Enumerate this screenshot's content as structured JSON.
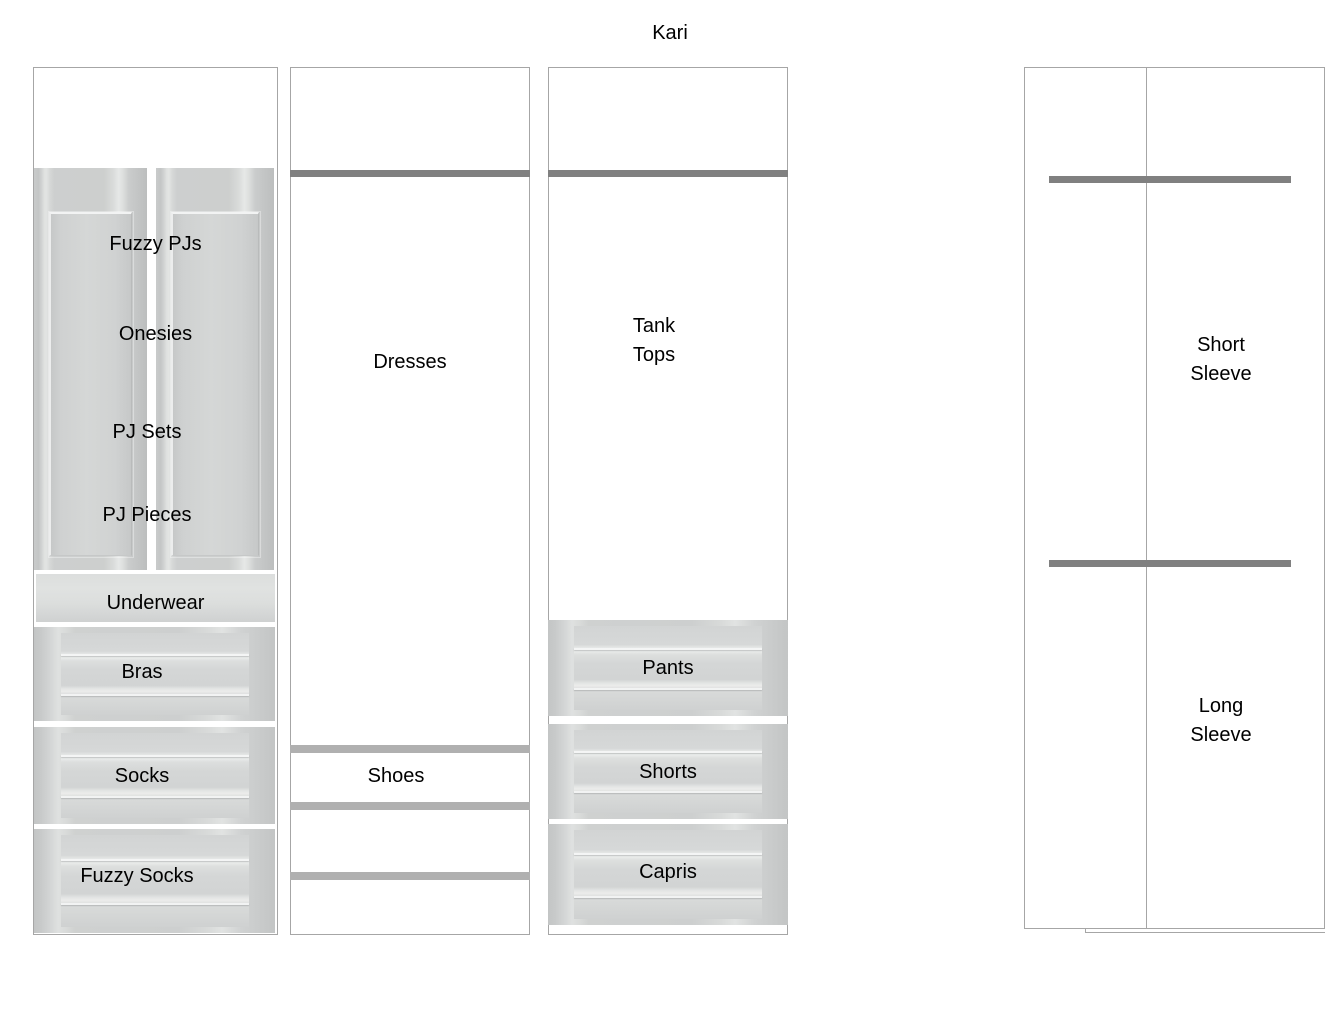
{
  "page": {
    "title": "Kari",
    "background_color": "#ffffff",
    "rod_color": "#808080",
    "shelf_color": "#b0b0b0",
    "outline_color": "#a6a6a6",
    "text_color": "#000000"
  },
  "units": [
    {
      "id": "pajama-underwear-tower",
      "sections": [
        {
          "id": "top-void",
          "label": ""
        },
        {
          "id": "door-left",
          "label": ""
        },
        {
          "id": "door-right",
          "label": ""
        },
        {
          "id": "fuzzy-pjs",
          "label": "Fuzzy PJs"
        },
        {
          "id": "onesies",
          "label": "Onesies"
        },
        {
          "id": "pj-sets",
          "label": "PJ Sets"
        },
        {
          "id": "pj-pieces",
          "label": "PJ Pieces"
        },
        {
          "id": "underwear",
          "label": "Underwear"
        },
        {
          "id": "bras",
          "label": "Bras"
        },
        {
          "id": "socks",
          "label": "Socks"
        },
        {
          "id": "fuzzy-socks",
          "label": "Fuzzy Socks"
        }
      ]
    },
    {
      "id": "dresses-shoes-tower",
      "sections": [
        {
          "id": "dresses",
          "label": "Dresses"
        },
        {
          "id": "shoes",
          "label": "Shoes"
        }
      ]
    },
    {
      "id": "tops-bottoms-tower",
      "sections": [
        {
          "id": "tank-tops",
          "label": "Tank\nTops"
        },
        {
          "id": "pants",
          "label": "Pants"
        },
        {
          "id": "shorts",
          "label": "Shorts"
        },
        {
          "id": "capris",
          "label": "Capris"
        }
      ]
    },
    {
      "id": "sleeve-tower",
      "sections": [
        {
          "id": "short-sleeve",
          "label": "Short\nSleeve"
        },
        {
          "id": "long-sleeve",
          "label": "Long\nSleeve"
        }
      ]
    }
  ],
  "labels": {
    "fuzzy_pjs": "Fuzzy PJs",
    "onesies": "Onesies",
    "pj_sets": "PJ Sets",
    "pj_pieces": "PJ Pieces",
    "underwear": "Underwear",
    "bras": "Bras",
    "socks": "Socks",
    "fuzzy_socks": "Fuzzy Socks",
    "dresses": "Dresses",
    "shoes": "Shoes",
    "tank_tops": "Tank\nTops",
    "pants": "Pants",
    "shorts": "Shorts",
    "capris": "Capris",
    "short_sleeve": "Short\nSleeve",
    "long_sleeve": "Long\nSleeve"
  }
}
